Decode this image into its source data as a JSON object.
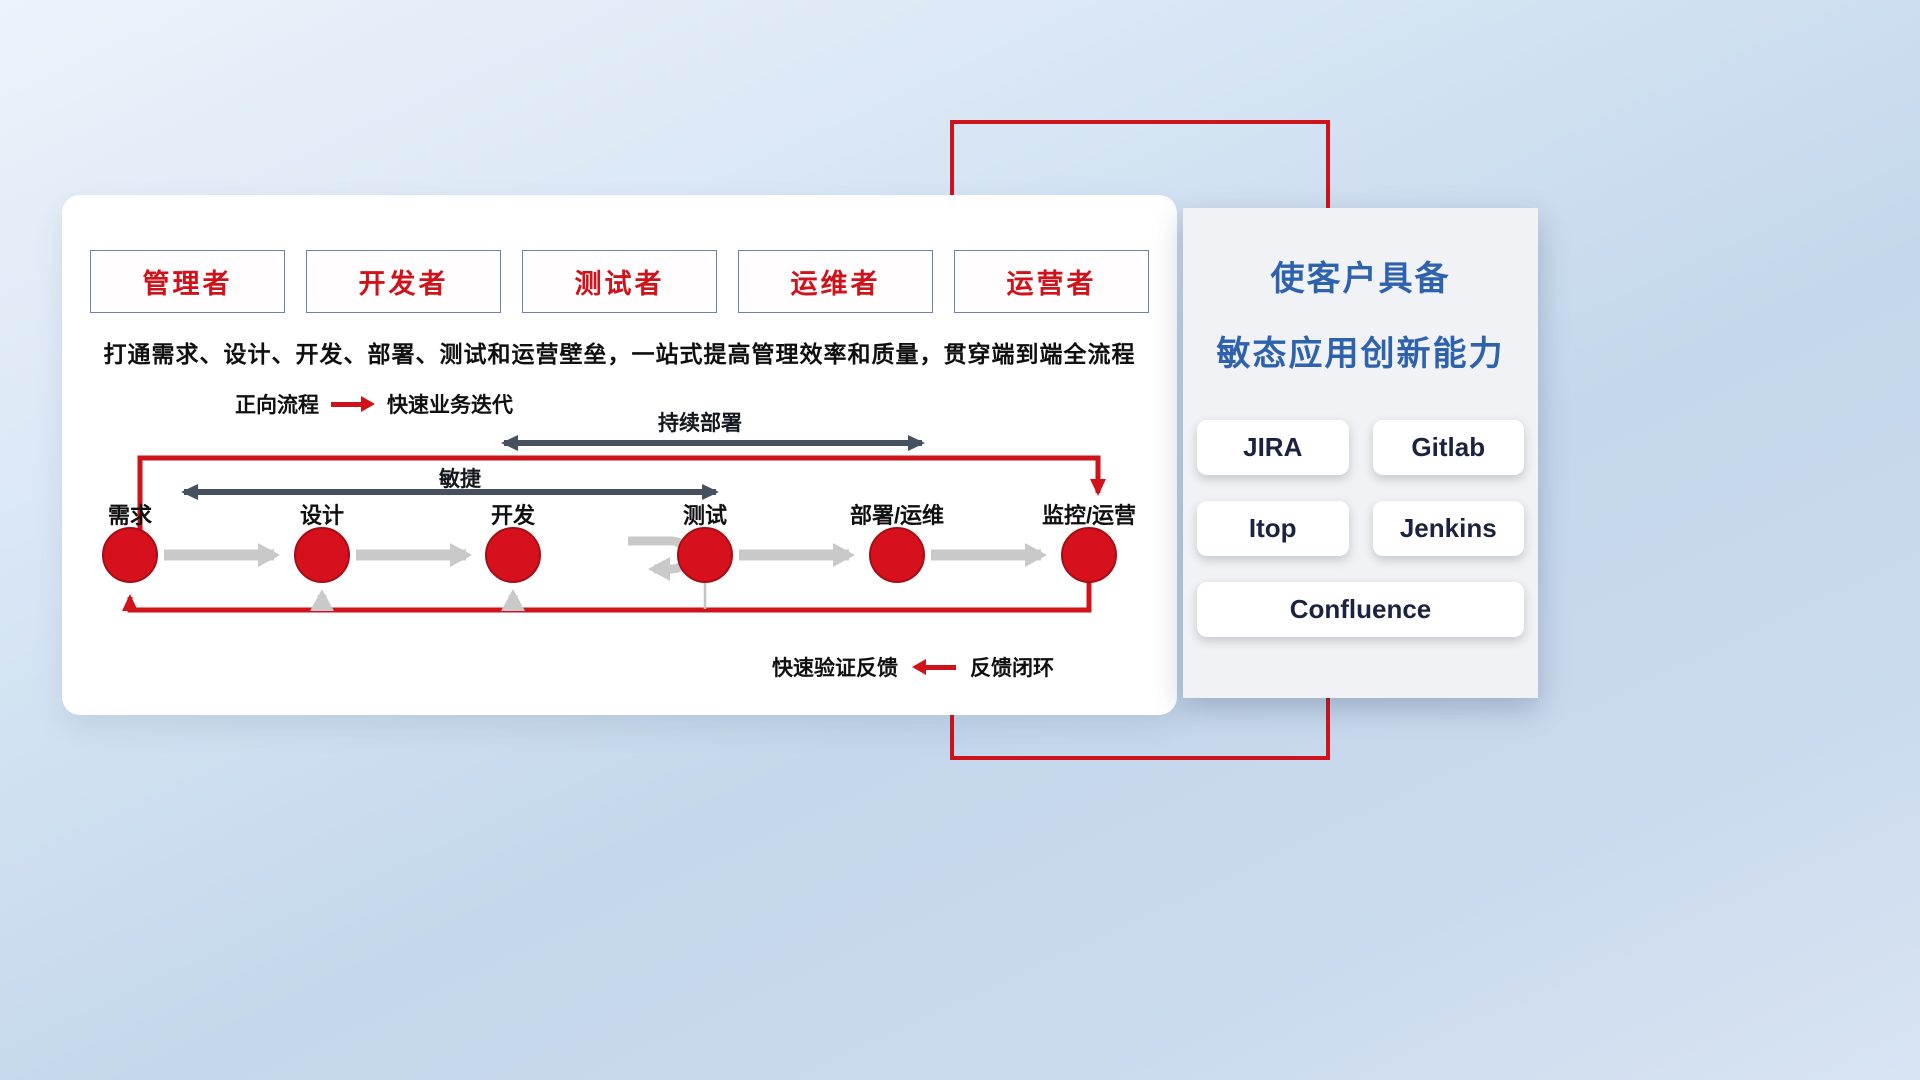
{
  "colors": {
    "accent_red": "#d0121b",
    "title_blue": "#2e62ad",
    "dark_arrow": "#47505f",
    "gray_arrow": "#c9c9c9"
  },
  "roles": [
    "管理者",
    "开发者",
    "测试者",
    "运维者",
    "运营者"
  ],
  "description": "打通需求、设计、开发、部署、测试和运营壁垒，一站式提高管理效率和质量，贯穿端到端全流程",
  "legend": {
    "forward_label": "正向流程",
    "forward_value": "快速业务迭代",
    "feedback_value": "快速验证反馈",
    "feedback_label": "反馈闭环"
  },
  "flow": {
    "continuous_deploy": "持续部署",
    "agile": "敏捷",
    "stages": [
      "需求",
      "设计",
      "开发",
      "测试",
      "部署/运维",
      "监控/运营"
    ]
  },
  "right_panel": {
    "title_line1": "使客户具备",
    "title_line2": "敏态应用创新能力",
    "tools": [
      "JIRA",
      "Gitlab",
      "Itop",
      "Jenkins",
      "Confluence"
    ]
  }
}
